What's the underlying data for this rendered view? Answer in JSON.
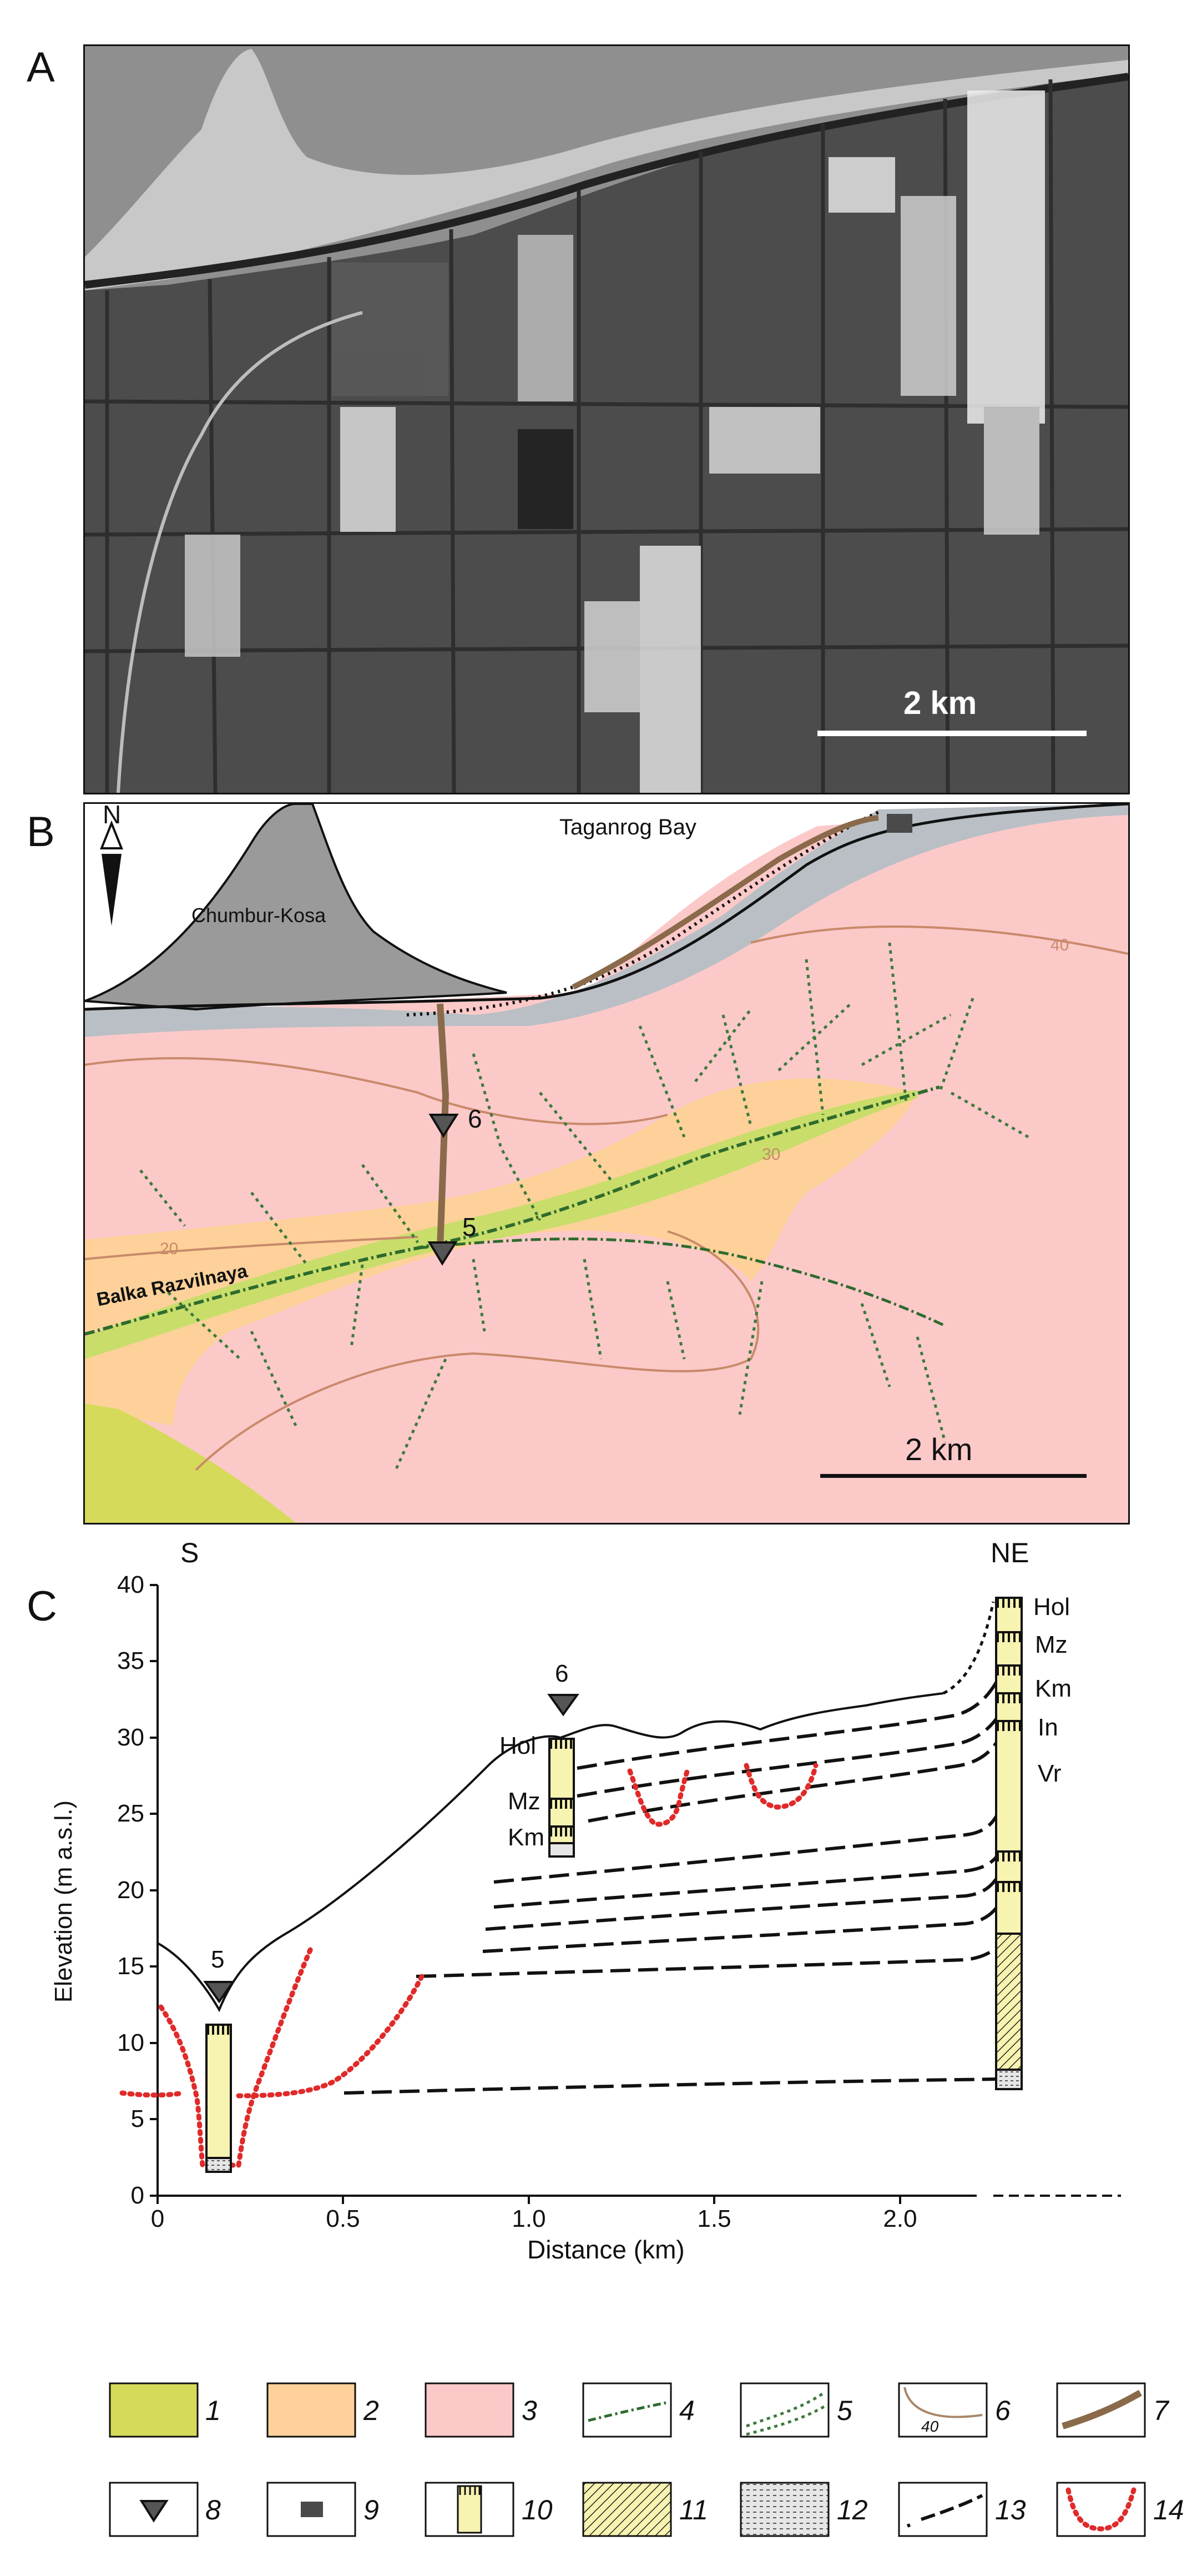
{
  "panels": {
    "a": "A",
    "b": "B",
    "c": "C"
  },
  "photo": {
    "scale_label": "2 km"
  },
  "map": {
    "north": "N",
    "bay": "Taganrog Bay",
    "spit": "Chumbur-Kosa",
    "gully": "Balka Razvilnaya",
    "contour_40": "40",
    "contour_30": "30",
    "contour_20": "20",
    "site_6": "6",
    "site_5": "5",
    "scale_label": "2 km",
    "colors": {
      "unit1": "#d6da5a",
      "unit2": "#fdd199",
      "unit3": "#fcc9c9",
      "contour": "#c88a6a",
      "stream": "#3c7a3c",
      "profile": "#8a6a4a",
      "sea": "#ffffff",
      "spit": "#9a9a9a"
    }
  },
  "section": {
    "dir_left": "S",
    "dir_right": "NE",
    "ylabel": "Elevation (m a.s.l.)",
    "xlabel": "Distance (km)",
    "y_ticks": [
      "0",
      "5",
      "10",
      "15",
      "20",
      "25",
      "30",
      "35",
      "40"
    ],
    "x_ticks": [
      "0",
      "0.5",
      "1.0",
      "1.5",
      "2.0"
    ],
    "site_5": "5",
    "site_6": "6",
    "col6_labels": [
      "Hol",
      "Mz",
      "Km"
    ],
    "colNE_labels": [
      "Hol",
      "Mz",
      "Km",
      "In",
      "Vr"
    ]
  },
  "legend": {
    "items": [
      {
        "num": "1",
        "icon": "unit-1-swatch"
      },
      {
        "num": "2",
        "icon": "unit-2-swatch"
      },
      {
        "num": "3",
        "icon": "unit-3-swatch"
      },
      {
        "num": "4",
        "icon": "thalweg-line"
      },
      {
        "num": "5",
        "icon": "gully-lines"
      },
      {
        "num": "6",
        "icon": "contour-line",
        "text": "40"
      },
      {
        "num": "7",
        "icon": "profile-line"
      },
      {
        "num": "8",
        "icon": "site-triangle"
      },
      {
        "num": "9",
        "icon": "site-square"
      },
      {
        "num": "10",
        "icon": "soil-column"
      },
      {
        "num": "11",
        "icon": "hatched-sediment"
      },
      {
        "num": "12",
        "icon": "dotted-sediment"
      },
      {
        "num": "13",
        "icon": "dashed-correlation"
      },
      {
        "num": "14",
        "icon": "paleo-incision"
      }
    ]
  }
}
